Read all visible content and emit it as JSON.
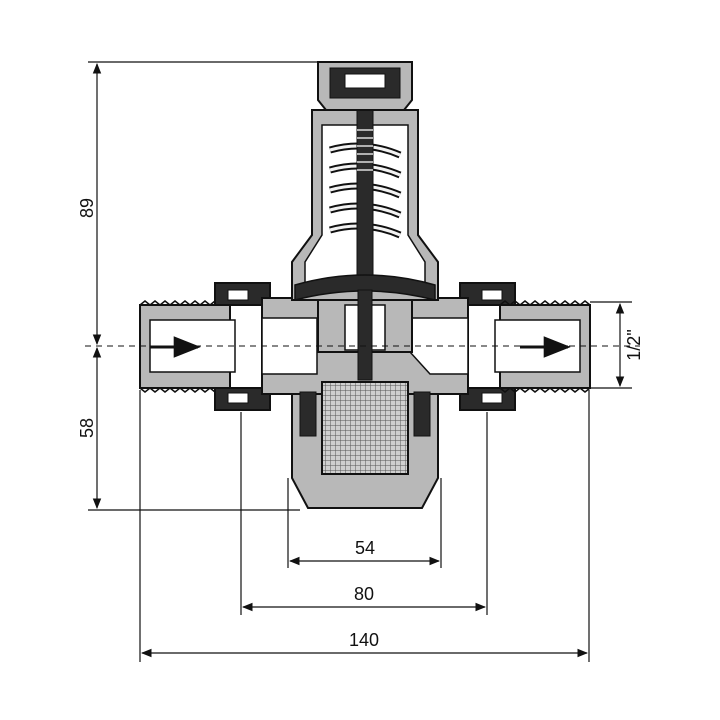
{
  "dimensions": {
    "height_top": "89",
    "height_bottom": "58",
    "pipe_size": "1/2\"",
    "width_body": "54",
    "width_unions": "80",
    "width_overall": "140"
  },
  "colors": {
    "line": "#111111",
    "body_fill": "#b8b8b8",
    "body_dark": "#2a2a2a",
    "mesh": "#8a8a8a",
    "spring": "#f2f2f2"
  }
}
